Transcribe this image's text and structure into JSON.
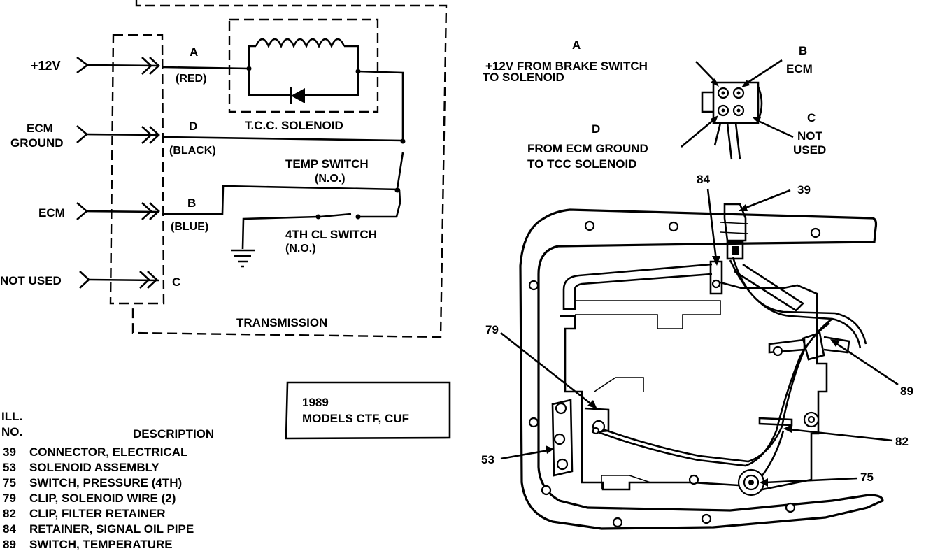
{
  "schematic": {
    "inputs": {
      "plus12v": "+12V",
      "ecm_ground_1": "ECM",
      "ecm_ground_2": "GROUND",
      "ecm": "ECM",
      "not_used": "NOT USED"
    },
    "wires": {
      "a_letter": "A",
      "a_color": "(RED)",
      "d_letter": "D",
      "d_color": "(BLACK)",
      "b_letter": "B",
      "b_color": "(BLUE)",
      "c_letter": "C"
    },
    "tcc_solenoid": "T.C.C. SOLENOID",
    "temp_switch_1": "TEMP SWITCH",
    "temp_switch_2": "(N.O.)",
    "fourth_cl_switch_1": "4TH CL SWITCH",
    "fourth_cl_switch_2": "(N.O.)",
    "transmission": "TRANSMISSION"
  },
  "model_box": {
    "line1": "1989",
    "line2": "MODELS CTF, CUF"
  },
  "connector_view": {
    "a_letter": "A",
    "a_desc_1": "+12V FROM BRAKE SWITCH",
    "a_desc_2": "TO SOLENOID",
    "b_letter": "B",
    "b_desc": "ECM",
    "c_letter": "C",
    "c_desc_1": "NOT",
    "c_desc_2": "USED",
    "d_letter": "D",
    "d_desc_1": "FROM ECM GROUND",
    "d_desc_2": "TO TCC SOLENOID"
  },
  "callouts": [
    "84",
    "39",
    "79",
    "89",
    "82",
    "53",
    "75"
  ],
  "legend": {
    "header_ill": "ILL.",
    "header_no": "NO.",
    "header_desc": "DESCRIPTION",
    "items": [
      {
        "no": "39",
        "desc": "CONNECTOR, ELECTRICAL"
      },
      {
        "no": "53",
        "desc": "SOLENOID ASSEMBLY"
      },
      {
        "no": "75",
        "desc": "SWITCH, PRESSURE (4TH)"
      },
      {
        "no": "79",
        "desc": "CLIP, SOLENOID WIRE (2)"
      },
      {
        "no": "82",
        "desc": "CLIP, FILTER RETAINER"
      },
      {
        "no": "84",
        "desc": "RETAINER, SIGNAL OIL PIPE"
      },
      {
        "no": "89",
        "desc": "SWITCH, TEMPERATURE"
      }
    ]
  }
}
